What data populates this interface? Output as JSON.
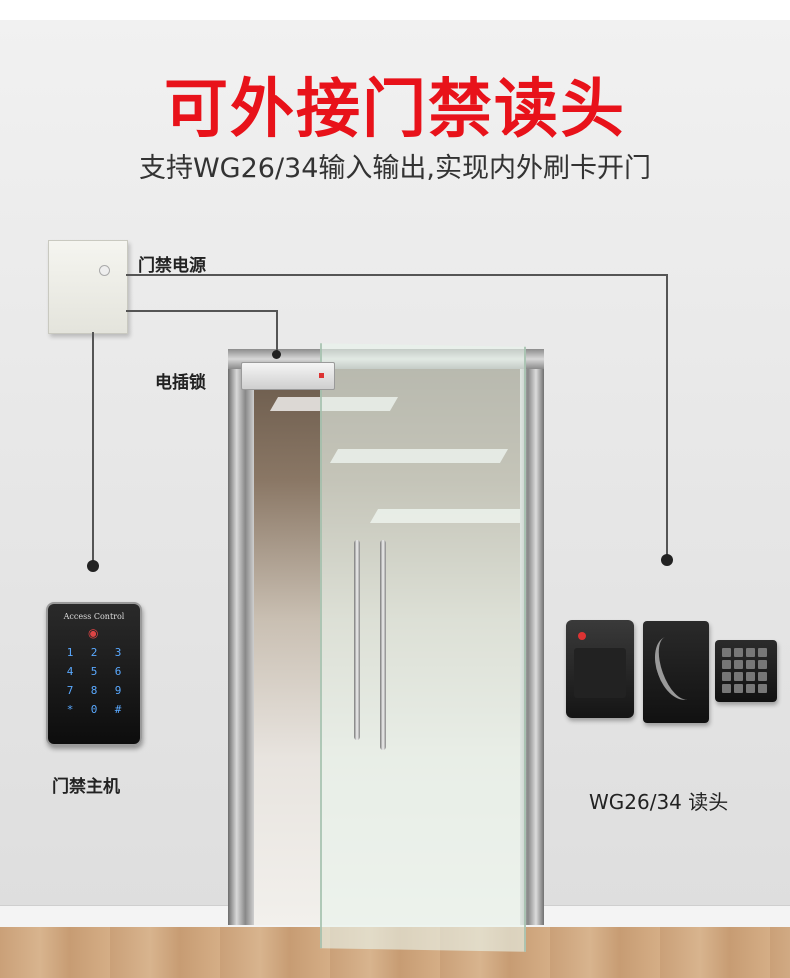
{
  "title": "可外接门禁读头",
  "subtitle": "支持WG26/34输入输出,实现内外刷卡开门",
  "labels": {
    "power_supply": "门禁电源",
    "electric_lock": "电插锁",
    "controller": "门禁主机",
    "reader": "WG26/34 读头"
  },
  "keypad": {
    "brand": "Access Control",
    "keys": [
      "1",
      "2",
      "3",
      "4",
      "5",
      "6",
      "7",
      "8",
      "9",
      "*",
      "0",
      "#"
    ]
  },
  "colors": {
    "title": "#e8121a",
    "subtitle": "#333333",
    "keypad_digits": "#5aa9ff",
    "reader_led": "#dd3333"
  },
  "icons": [
    "power-supply-box",
    "electric-bolt-lock",
    "glass-door",
    "keypad-controller",
    "card-reader",
    "keypad-reader",
    "connector-dot"
  ]
}
